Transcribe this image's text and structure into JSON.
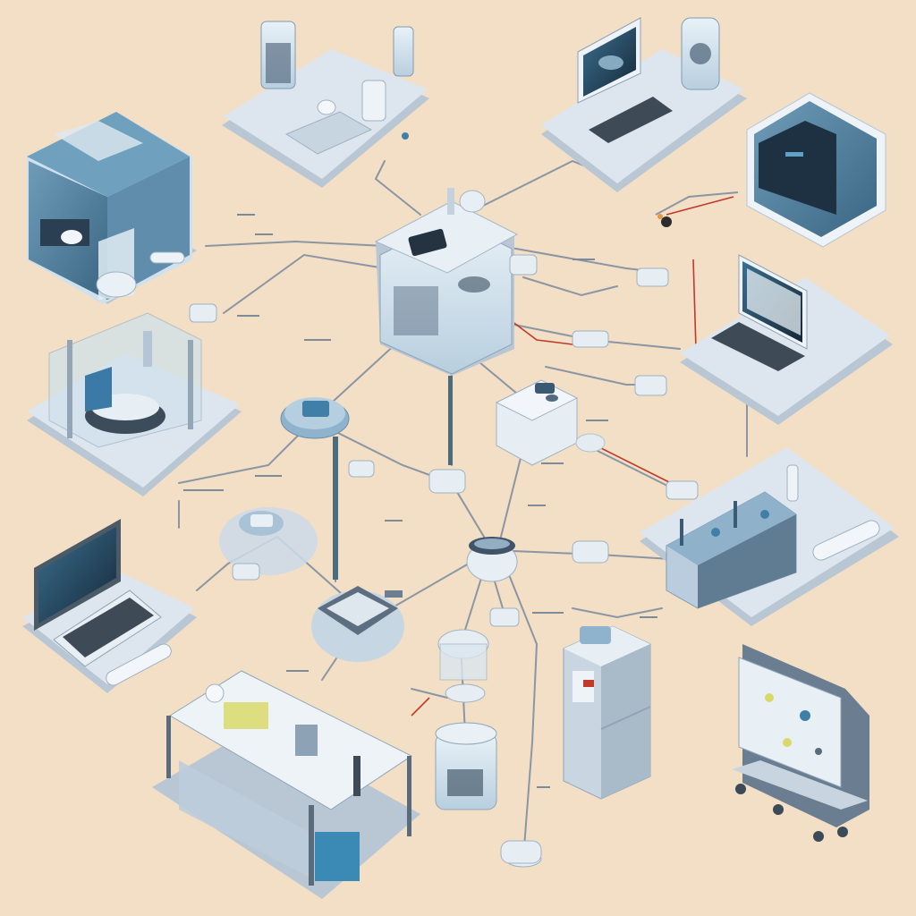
{
  "scene": {
    "background": "#f2dfc6",
    "palette": {
      "platform": "#dde6ee",
      "platform_shadow": "#b9c7d4",
      "device_blue": "#4d7c9a",
      "device_dark": "#2f4b63",
      "screen": "#1f3447",
      "glass": "#cfe1ec",
      "wire_gray": "#8a96a3",
      "wire_red": "#c0392b",
      "accent_yellow": "#d8d96a"
    }
  },
  "hubs": [
    {
      "id": "central-server-hub",
      "icon": "server-cabinet-icon"
    },
    {
      "id": "secondary-analyzer-hub",
      "icon": "analyzer-box-icon"
    },
    {
      "id": "disc-node-upper",
      "icon": "disc-node-icon"
    },
    {
      "id": "disc-node-lower",
      "icon": "disc-node-icon"
    },
    {
      "id": "router-node",
      "icon": "router-icon"
    }
  ],
  "stations": [
    {
      "id": "glass-lab-platform",
      "icon": "beaker-icon"
    },
    {
      "id": "monitor-workstation",
      "icon": "monitor-icon"
    },
    {
      "id": "blue-printer-device",
      "icon": "printer-icon"
    },
    {
      "id": "blue-reactor-cabinet",
      "icon": "reactor-icon"
    },
    {
      "id": "microscope-station",
      "icon": "microscope-icon"
    },
    {
      "id": "laptop-station-right",
      "icon": "laptop-icon"
    },
    {
      "id": "laptop-station-left",
      "icon": "laptop-icon"
    },
    {
      "id": "assembly-workstation",
      "icon": "assembly-line-icon"
    },
    {
      "id": "lab-bench",
      "icon": "lab-bench-icon"
    },
    {
      "id": "tower-server",
      "icon": "tower-server-icon"
    },
    {
      "id": "display-cart",
      "icon": "display-cart-icon"
    },
    {
      "id": "glass-canister-column",
      "icon": "canister-icon"
    }
  ]
}
